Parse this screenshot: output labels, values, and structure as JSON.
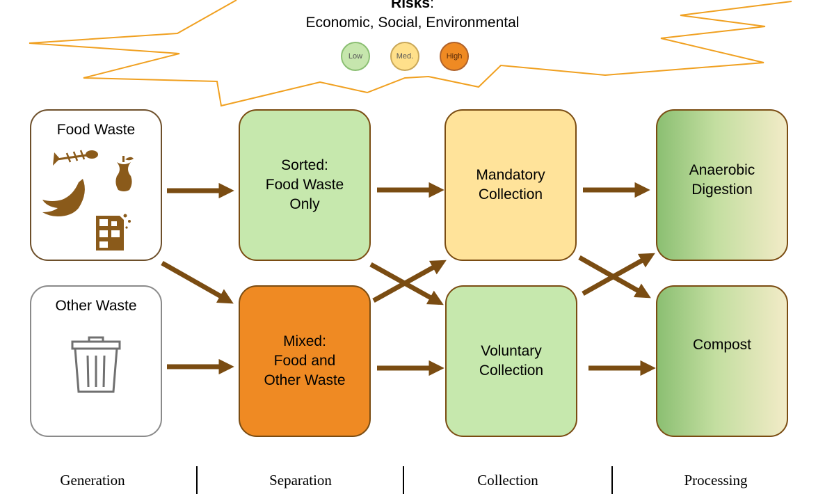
{
  "header": {
    "risks_title": "Risks",
    "risks_colon": ":",
    "risks_subtitle": "Economic, Social, Environmental"
  },
  "risk_levels": [
    {
      "label": "Low",
      "color": "#c6e6ad"
    },
    {
      "label": "Med.",
      "color": "#ffe08b"
    },
    {
      "label": "High",
      "color": "#ef8a23"
    }
  ],
  "nodes": {
    "food_waste": {
      "label": "Food Waste",
      "icons": [
        "fish-skeleton-icon",
        "apple-core-icon",
        "banana-peel-icon",
        "chocolate-bar-icon"
      ]
    },
    "other_waste": {
      "label": "Other Waste",
      "icons": [
        "trash-can-icon"
      ]
    },
    "sorted": {
      "label": "Sorted:\nFood Waste\nOnly",
      "risk": "Low"
    },
    "mixed": {
      "label": "Mixed:\nFood and\nOther Waste",
      "risk": "High"
    },
    "mandatory": {
      "label": "Mandatory\nCollection",
      "risk": "Med."
    },
    "voluntary": {
      "label": "Voluntary\nCollection",
      "risk": "Low"
    },
    "anaerobic": {
      "label": "Anaerobic\nDigestion"
    },
    "compost": {
      "label": "Compost"
    }
  },
  "edges": [
    [
      "food_waste",
      "sorted"
    ],
    [
      "food_waste",
      "mixed"
    ],
    [
      "other_waste",
      "mixed"
    ],
    [
      "sorted",
      "mandatory"
    ],
    [
      "sorted",
      "voluntary"
    ],
    [
      "mixed",
      "mandatory"
    ],
    [
      "mixed",
      "voluntary"
    ],
    [
      "mandatory",
      "anaerobic"
    ],
    [
      "mandatory",
      "compost"
    ],
    [
      "voluntary",
      "anaerobic"
    ],
    [
      "voluntary",
      "compost"
    ]
  ],
  "stages": [
    "Generation",
    "Separation",
    "Collection",
    "Processing"
  ],
  "colors": {
    "arrow": "#7a4c12",
    "starburst": "#f0a020",
    "low": "#c6e8ad",
    "medium": "#ffe39a",
    "high": "#ef8a23"
  }
}
